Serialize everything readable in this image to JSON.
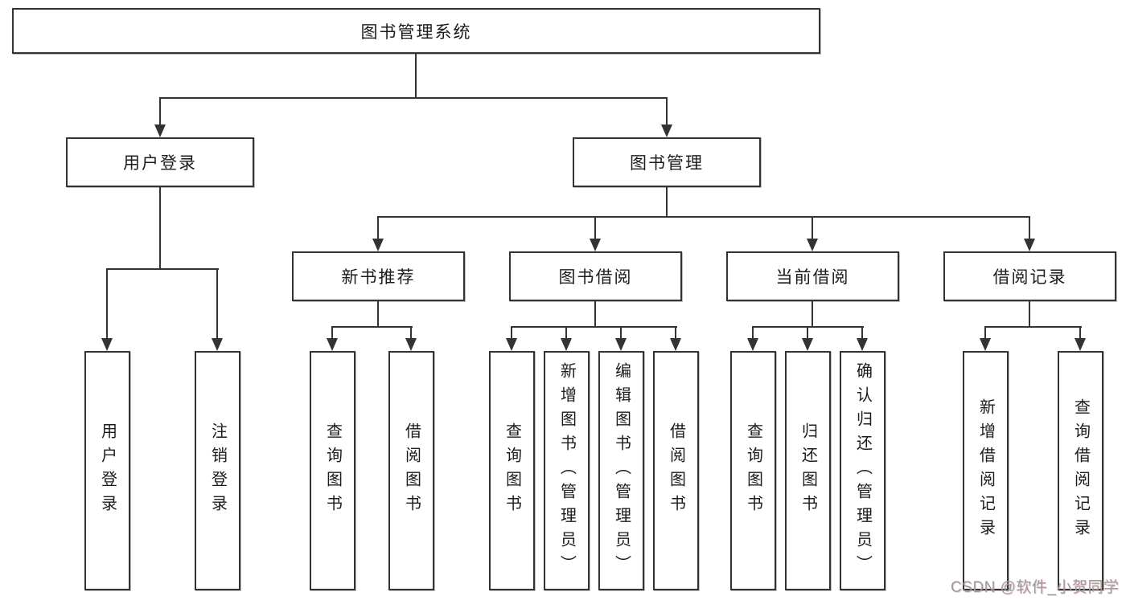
{
  "diagram_title": "图书管理系统",
  "nodes": {
    "root": {
      "label": "图书管理系统"
    },
    "userLogin": {
      "label": "用户登录"
    },
    "bookMgmt": {
      "label": "图书管理"
    },
    "newBookRec": {
      "label": "新书推荐"
    },
    "bookBorrow": {
      "label": "图书借阅"
    },
    "currentBorrow": {
      "label": "当前借阅"
    },
    "borrowRecords": {
      "label": "借阅记录"
    },
    "login": {
      "label": "用户登录"
    },
    "logout": {
      "label": "注销登录"
    },
    "recQuery": {
      "label": "查询图书"
    },
    "recBorrow": {
      "label": "借阅图书"
    },
    "bbQuery": {
      "label": "查询图书"
    },
    "bbAdd": {
      "label": "新增图书（管理员）"
    },
    "bbEdit": {
      "label": "编辑图书（管理员）"
    },
    "bbBorrow": {
      "label": "借阅图书"
    },
    "cbQuery": {
      "label": "查询图书"
    },
    "cbReturn": {
      "label": "归还图书"
    },
    "cbConfirm": {
      "label": "确认归还（管理员）"
    },
    "brAdd": {
      "label": "新增借阅记录"
    },
    "brQuery": {
      "label": "查询借阅记录"
    }
  },
  "hierarchy": {
    "图书管理系统": [
      "用户登录",
      "图书管理"
    ],
    "用户登录": [
      "用户登录",
      "注销登录"
    ],
    "图书管理": [
      "新书推荐",
      "图书借阅",
      "当前借阅",
      "借阅记录"
    ],
    "新书推荐": [
      "查询图书",
      "借阅图书"
    ],
    "图书借阅": [
      "查询图书",
      "新增图书（管理员）",
      "编辑图书（管理员）",
      "借阅图书"
    ],
    "当前借阅": [
      "查询图书",
      "归还图书",
      "确认归还（管理员）"
    ],
    "借阅记录": [
      "新增借阅记录",
      "查询借阅记录"
    ]
  },
  "watermark": {
    "text": "CSDN @软件_小贺同学"
  },
  "colors": {
    "line": "#333333",
    "box_border": "#333333",
    "text": "#1c1c1c",
    "watermark": "#9c9ca0",
    "background": "#ffffff"
  }
}
